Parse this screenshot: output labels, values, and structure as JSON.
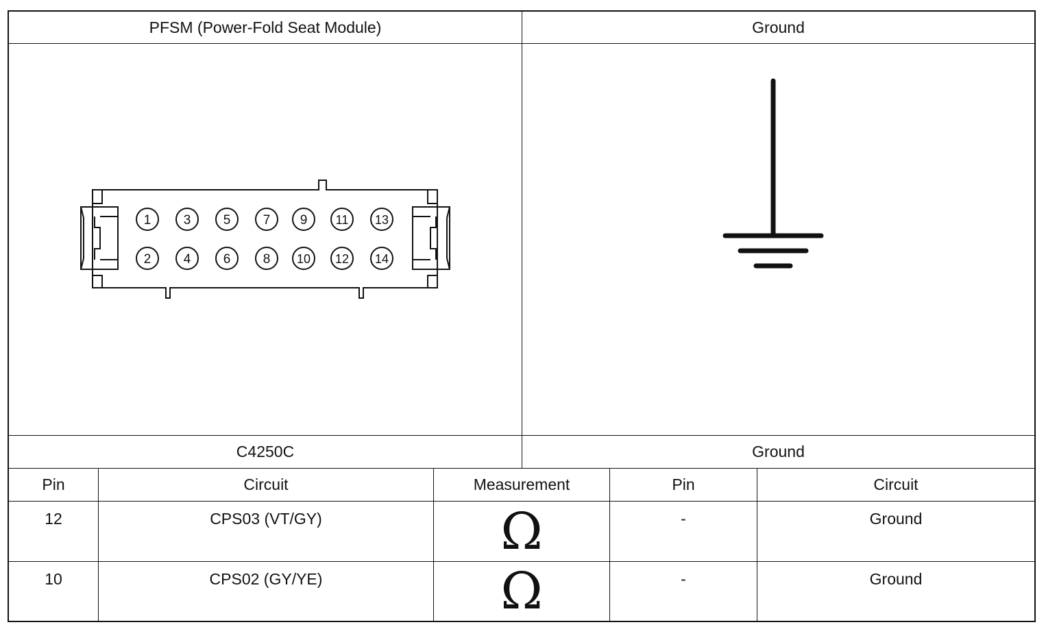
{
  "header": {
    "left_title": "PFSM (Power-Fold Seat Module)",
    "right_title": "Ground"
  },
  "connectors": {
    "left_id": "C4250C",
    "right_id": "Ground"
  },
  "connector_pins": {
    "top_row": [
      "1",
      "3",
      "5",
      "7",
      "9",
      "11",
      "13"
    ],
    "bottom_row": [
      "2",
      "4",
      "6",
      "8",
      "10",
      "12",
      "14"
    ]
  },
  "ground_symbol_icon": "ground-symbol-icon",
  "table": {
    "columns": [
      "Pin",
      "Circuit",
      "Measurement",
      "Pin",
      "Circuit"
    ],
    "rows": [
      {
        "pin": "12",
        "circuit": "CPS03 (VT/GY)",
        "measurement": "Ω",
        "pin2": "-",
        "circuit2": "Ground"
      },
      {
        "pin": "10",
        "circuit": "CPS02 (GY/YE)",
        "measurement": "Ω",
        "pin2": "-",
        "circuit2": "Ground"
      }
    ]
  }
}
